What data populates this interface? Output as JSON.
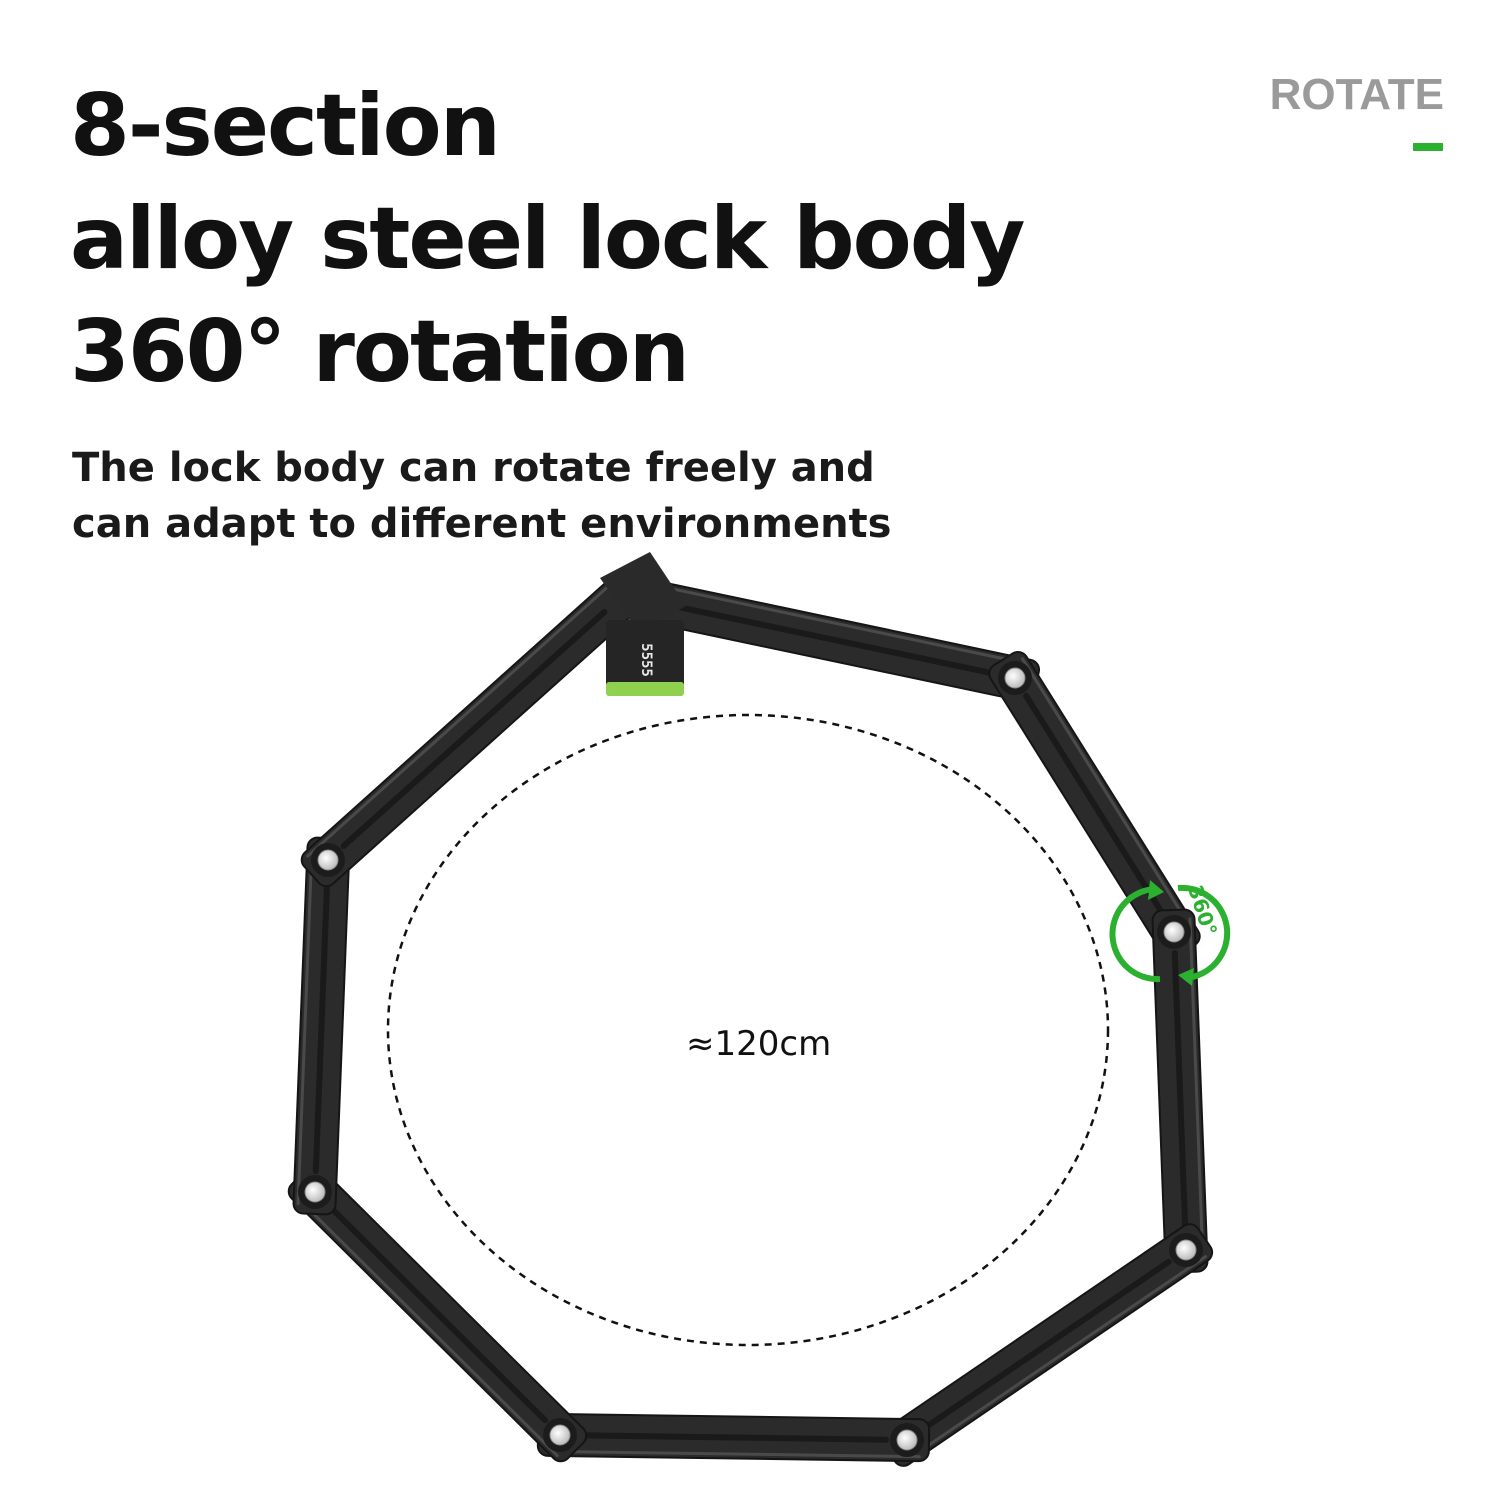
{
  "headline": {
    "line1": "8-section",
    "line2": "alloy steel lock body",
    "line3": "360° rotation"
  },
  "subtitle": {
    "line1": "The lock body can rotate freely and",
    "line2": "can adapt to different environments"
  },
  "tag": "ROTATE",
  "illustration": {
    "inner_diameter": "≈120cm",
    "rotation_label": "360°",
    "lock_digits": "5555"
  },
  "colors": {
    "accent": "#2bb02f",
    "bar": "#2b2b2b",
    "headline": "#111111",
    "tag": "#9a9a9a"
  }
}
